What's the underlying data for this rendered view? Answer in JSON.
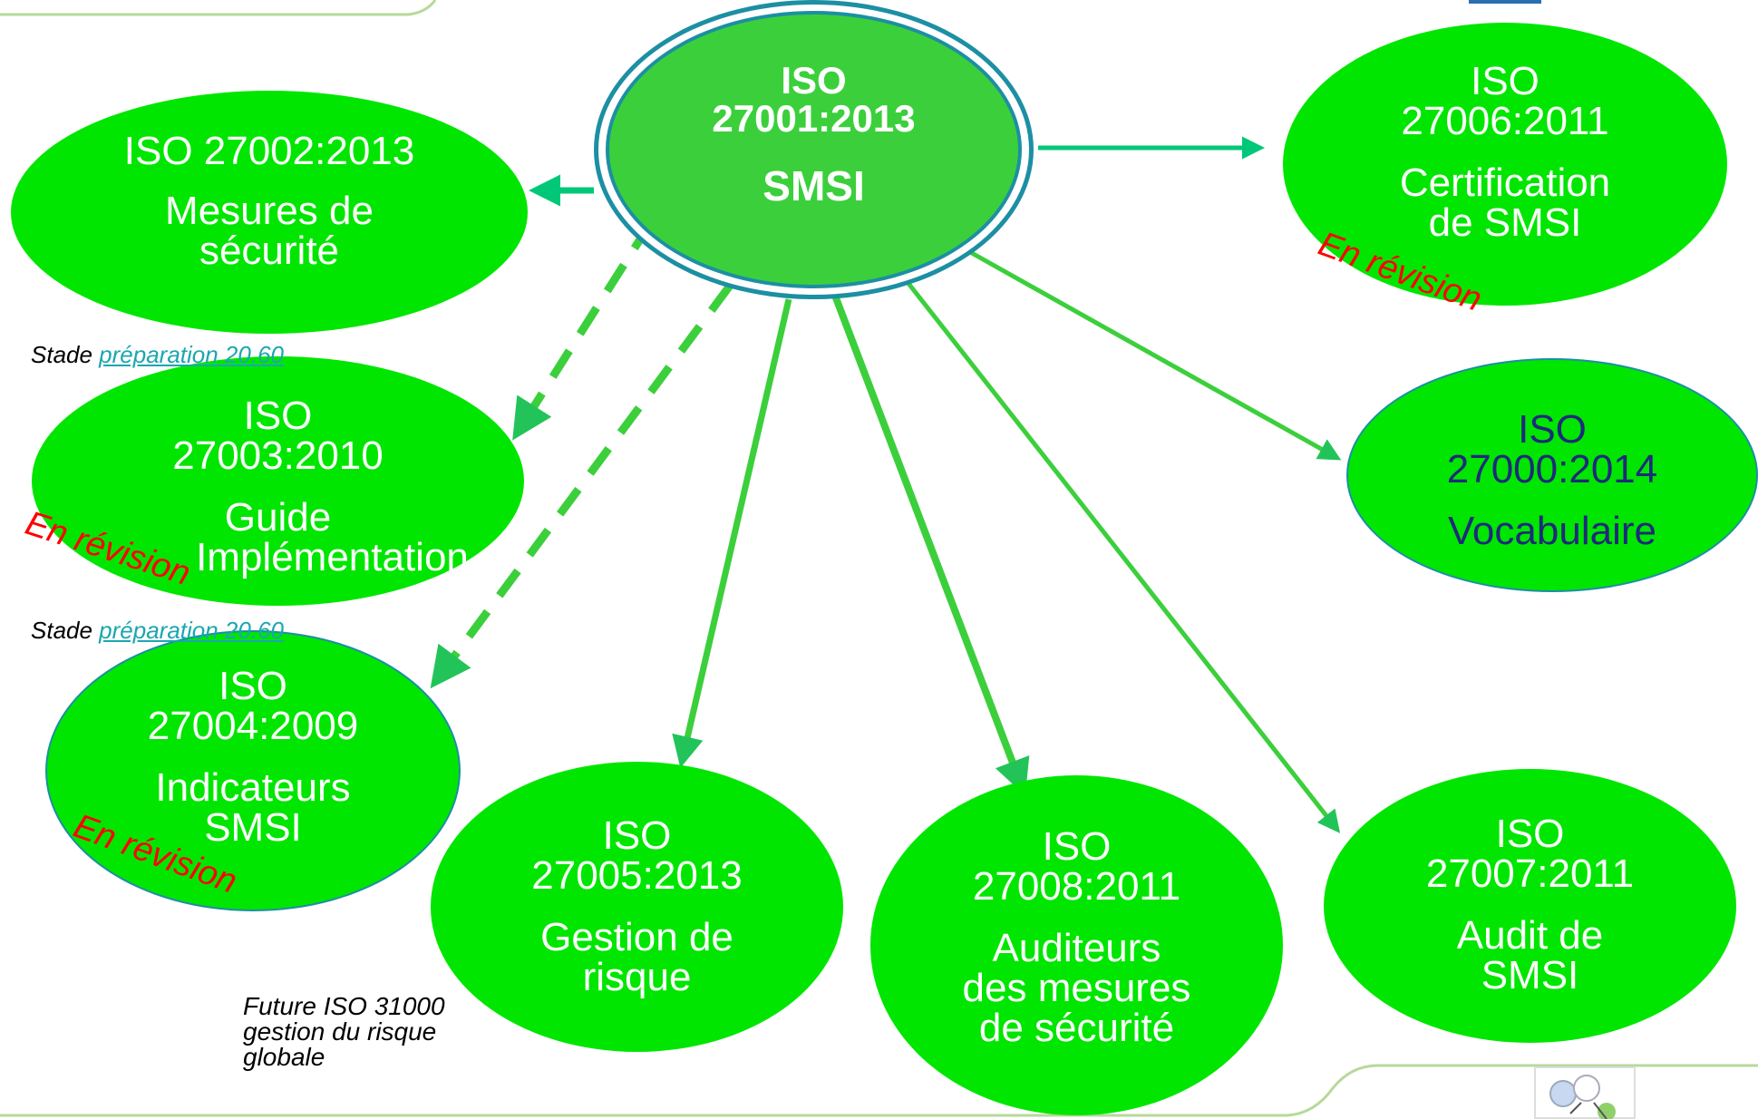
{
  "nodes": {
    "center": {
      "line1": "ISO",
      "line2": "27001:2013",
      "line3": "SMSI"
    },
    "iso27002": {
      "line1": "ISO 27002:2013",
      "line2": "Mesures de",
      "line3": "sécurité"
    },
    "iso27003": {
      "line1": "ISO",
      "line2": "27003:2010",
      "line3": "Guide",
      "line4": "Implémentation"
    },
    "iso27004": {
      "line1": "ISO",
      "line2": "27004:2009",
      "line3": "Indicateurs",
      "line4": "SMSI"
    },
    "iso27005": {
      "line1": "ISO",
      "line2": "27005:2013",
      "line3": "Gestion de",
      "line4": "risque"
    },
    "iso27008": {
      "line1": "ISO",
      "line2": "27008:2011",
      "line3": "Auditeurs",
      "line4": "des mesures",
      "line5": "de sécurité"
    },
    "iso27007": {
      "line1": "ISO",
      "line2": "27007:2011",
      "line3": "Audit de",
      "line4": "SMSI"
    },
    "iso27000": {
      "line1": "ISO",
      "line2": "27000:2014",
      "line3": "Vocabulaire"
    },
    "iso27006": {
      "line1": "ISO",
      "line2": "27006:2011",
      "line3": "Certification",
      "line4": "de SMSI"
    }
  },
  "revision_label": "En révision",
  "stage_notes": [
    {
      "prefix": "Stade ",
      "link": "préparation 20.60"
    },
    {
      "prefix": "Stade ",
      "link": "préparation 20.60"
    }
  ],
  "future_note": {
    "line1": "Future ISO 31000",
    "line2": "gestion du risque",
    "line3": "globale"
  },
  "colors": {
    "node_fill": "#00e600",
    "center_fill": "#3ccf3c",
    "center_ring": "#1c8fa3",
    "arrow": "#22c45a",
    "text": "#ffffff",
    "vocab_text": "#1f2a7a",
    "revision": "#ff0000",
    "link": "#1ca6b0"
  }
}
